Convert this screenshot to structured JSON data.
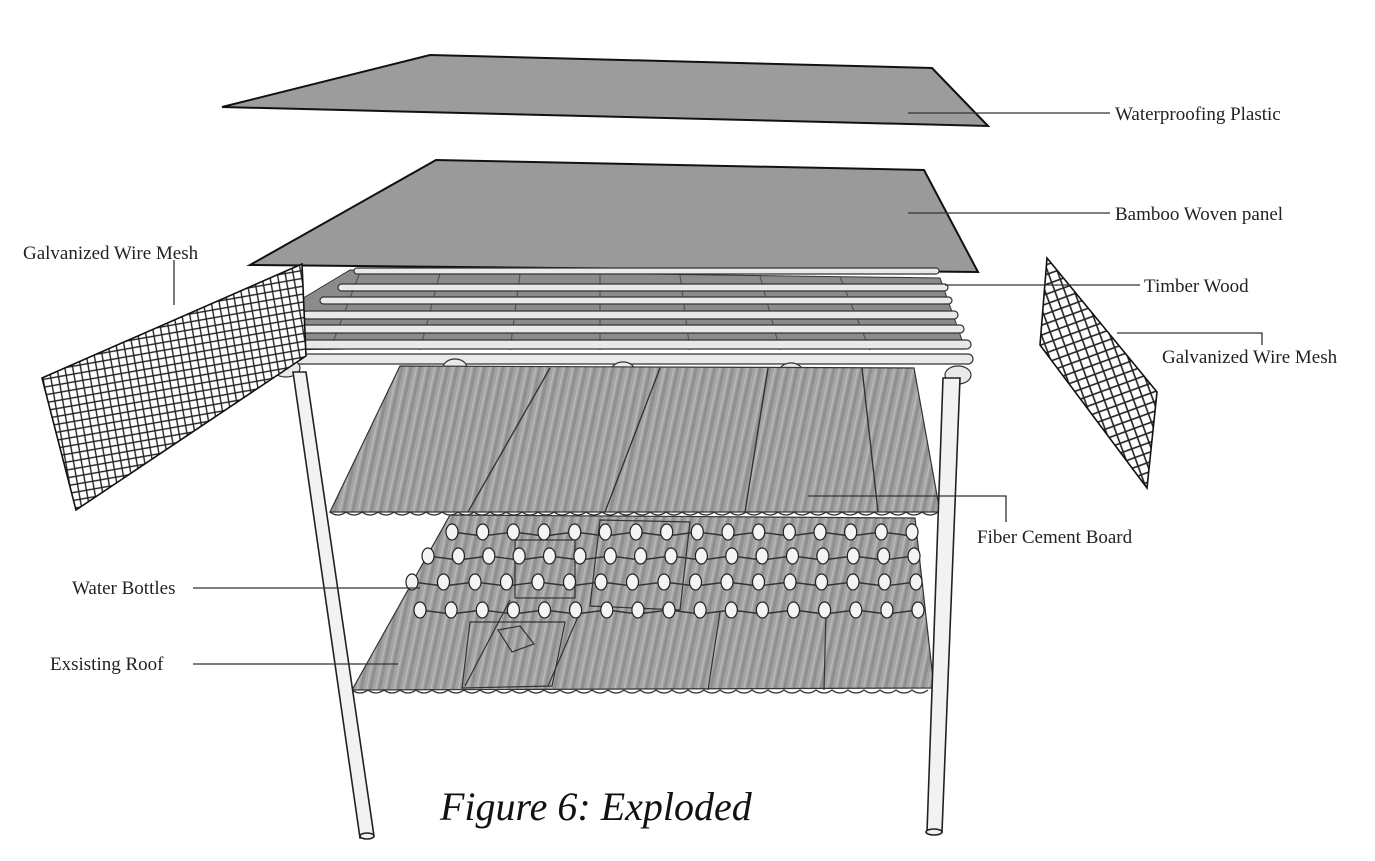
{
  "labels": {
    "waterproofing_plastic": "Waterproofing Plastic",
    "bamboo_woven_panel": "Bamboo Woven panel",
    "timber_wood": "Timber Wood",
    "wire_mesh_left": "Galvanized Wire Mesh",
    "wire_mesh_right": "Galvanized Wire Mesh",
    "fiber_cement_board": "Fiber Cement Board",
    "water_bottles": "Water Bottles",
    "existing_roof": "Exsisting Roof"
  },
  "caption": "Figure 6: Exploded",
  "colors": {
    "sheet_fill": "#9e9e9e",
    "sheet_dark": "#8a8a8a",
    "corrugated": "#a6a6a6",
    "mesh_line": "#222222",
    "bottle": "#f4f4f4"
  }
}
